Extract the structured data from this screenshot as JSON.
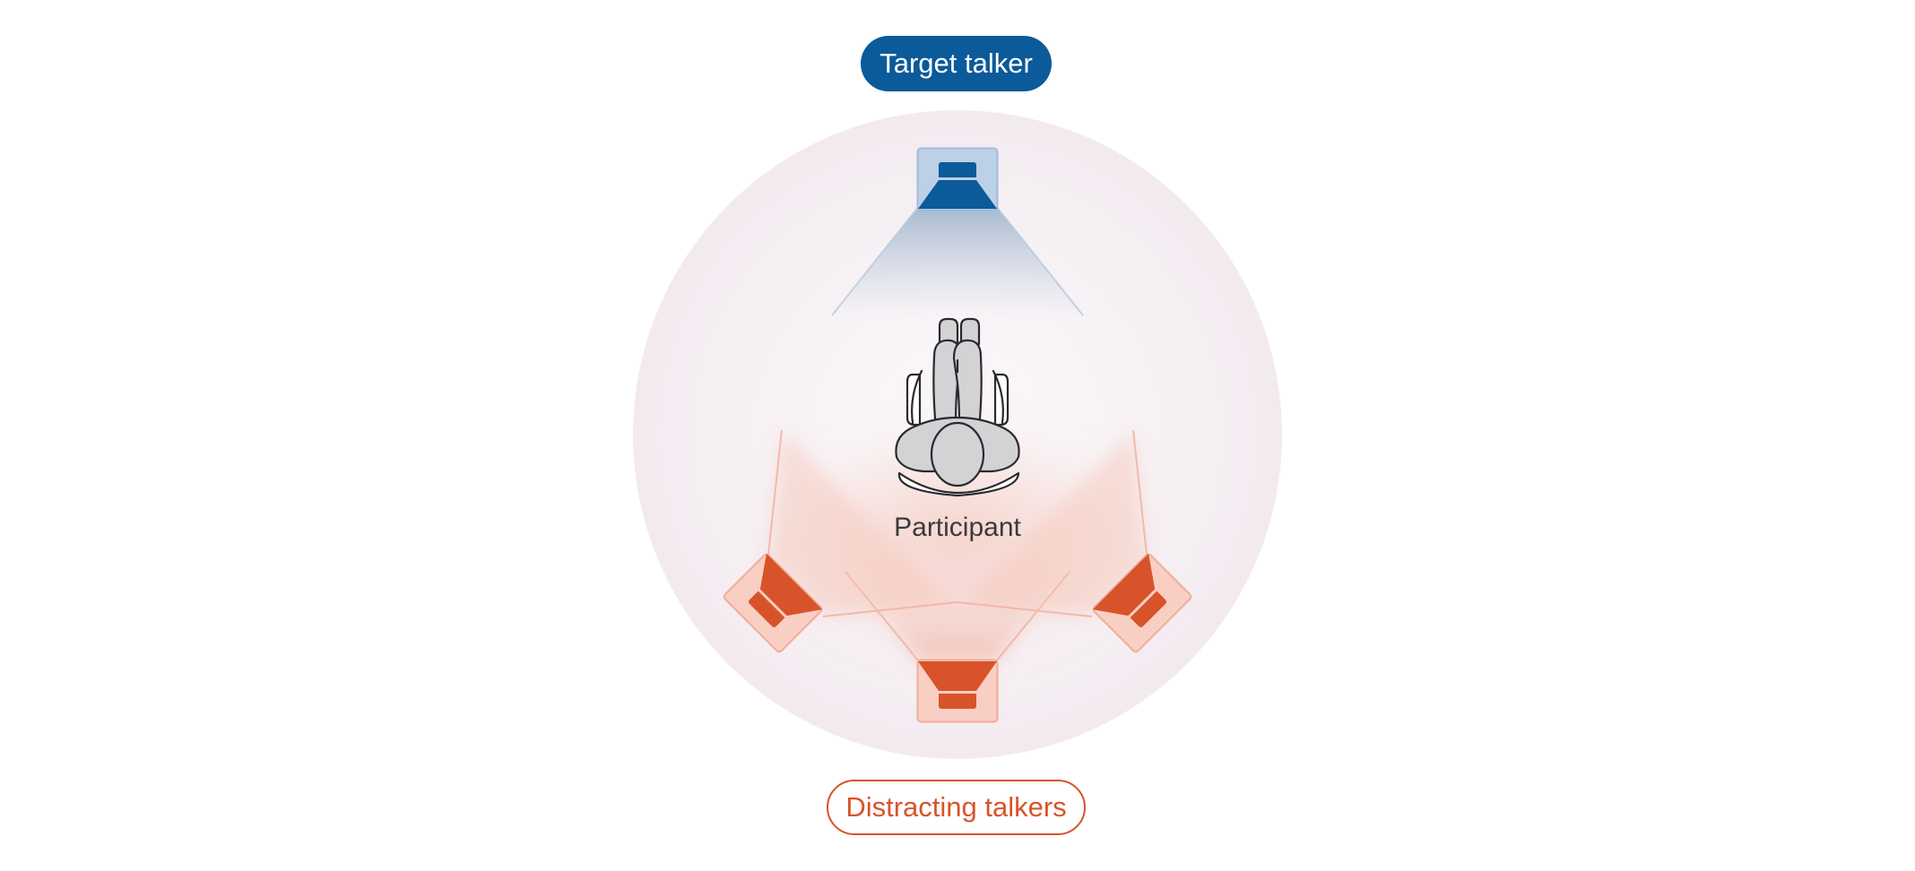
{
  "labels": {
    "target_talker": "Target talker",
    "distracting_talkers": "Distracting talkers",
    "participant": "Participant"
  },
  "colors": {
    "target": "#0b5a9a",
    "distractor": "#d9532a",
    "room_circle": "#f6f1f5",
    "figure_fill": "#d3d3d6",
    "figure_stroke": "#2a2a2e"
  },
  "icons": {
    "target_speaker": "speaker-icon",
    "distractor_speakers": [
      "speaker-icon",
      "speaker-icon",
      "speaker-icon"
    ],
    "participant": "seated-person-top-view-icon"
  }
}
